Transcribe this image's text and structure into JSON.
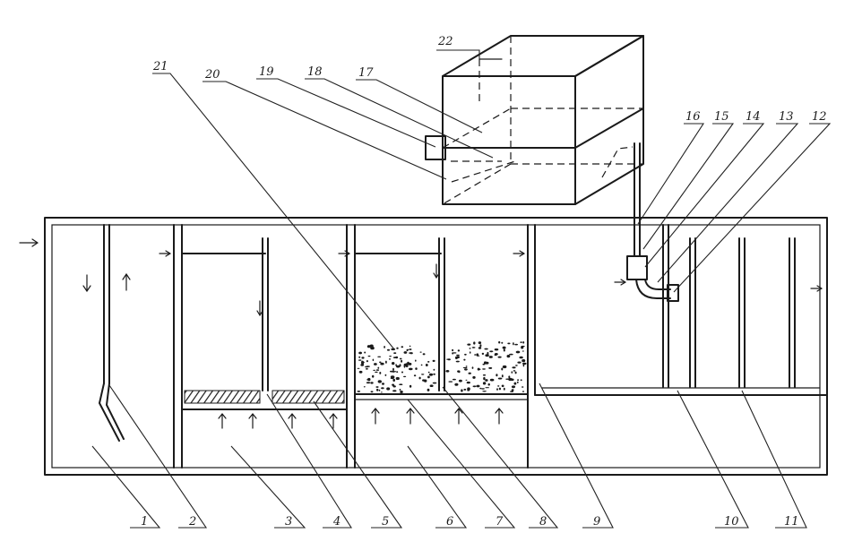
{
  "callouts": {
    "n1": "1",
    "n2": "2",
    "n3": "3",
    "n4": "4",
    "n5": "5",
    "n6": "6",
    "n7": "7",
    "n8": "8",
    "n9": "9",
    "n10": "10",
    "n11": "11",
    "n12": "12",
    "n13": "13",
    "n14": "14",
    "n15": "15",
    "n16": "16",
    "n17": "17",
    "n18": "18",
    "n19": "19",
    "n20": "20",
    "n21": "21",
    "n22": "22"
  }
}
